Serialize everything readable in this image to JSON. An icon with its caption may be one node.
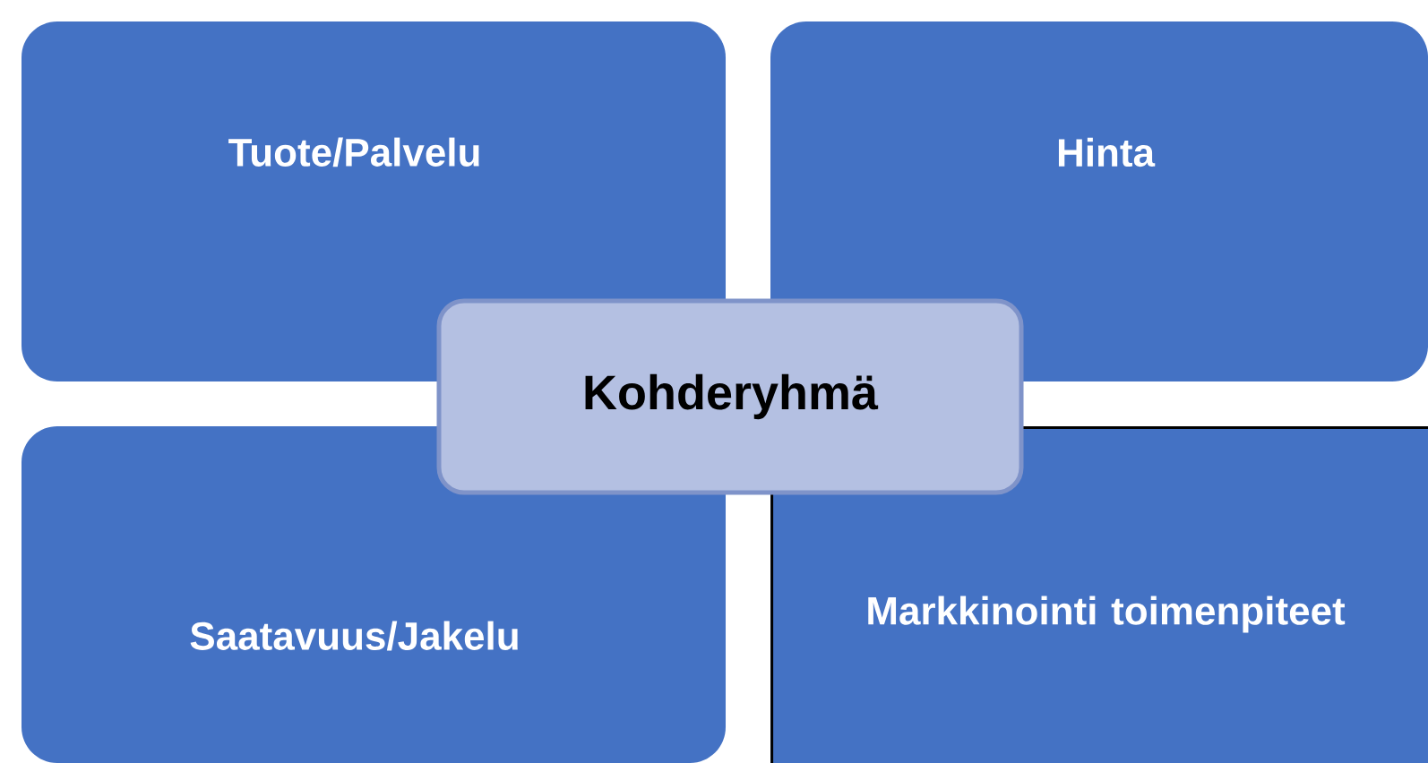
{
  "diagram": {
    "nodes": [
      {
        "text": [
          "Tuote/Palvelu"
        ]
      },
      {
        "text": [
          "Hinta"
        ]
      },
      {
        "text": [
          "Kohderyhmä"
        ]
      },
      {
        "text": [
          "Saatavuus/Jakelu"
        ]
      },
      {
        "text": [
          "Markkinointi toimenpiteet"
        ]
      }
    ]
  }
}
